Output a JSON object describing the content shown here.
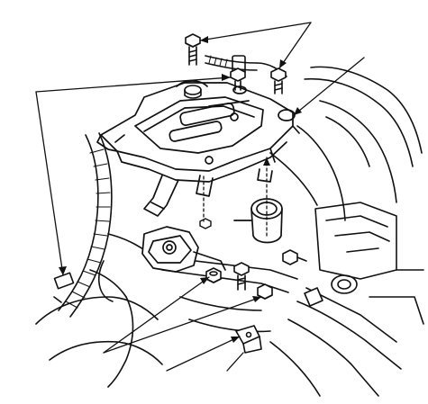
{
  "figure": {
    "style": "black-and-white technical line illustration",
    "background": "#ffffff",
    "ink": "#111111",
    "components": [
      "engine-undercover-bracket-plate",
      "wiring-harness",
      "engine-mount",
      "bolts",
      "nuts",
      "clips",
      "callout-leader-lines"
    ]
  }
}
